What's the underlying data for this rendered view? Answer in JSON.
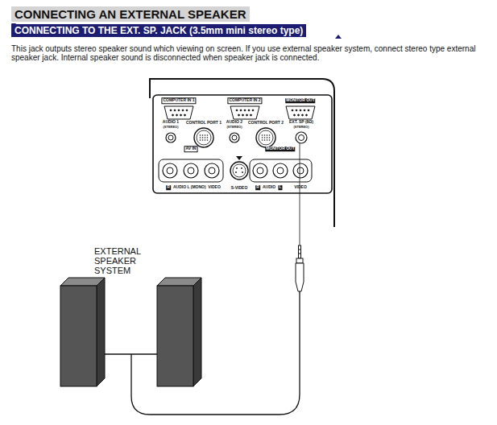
{
  "diagram": {
    "title": "CONNECTING AN EXTERNAL SPEAKER",
    "nodes": [
      {
        "text": [
          "CONNECTING TO THE EXT. SP. JACK (3.5mm mini stereo type)"
        ]
      }
    ],
    "labels": [
      "This jack outputs stereo speaker sound which viewing on screen. If you use external speaker system, connect stereo type external speaker jack. Internal speaker sound is disconnected when speaker jack is connected.",
      "COMPUTER IN 1",
      "COMPUTER IN 2",
      "MONITOR OUT",
      "AUDIO 1",
      "(STEREO)",
      "CONTROL PORT 1",
      "AUDIO 2",
      "(STEREO)",
      "CONTROL PORT 2",
      "EXT. SP (8Ω)",
      "(STEREO)",
      "AV IN",
      "R",
      "AUDIO",
      "L (MONO)",
      "VIDEO",
      "S-VIDEO",
      "MONITOR OUT",
      "R",
      "AUDIO",
      "L",
      "VIDEO",
      "EXTERNAL SPEAKER SYSTEM"
    ]
  }
}
